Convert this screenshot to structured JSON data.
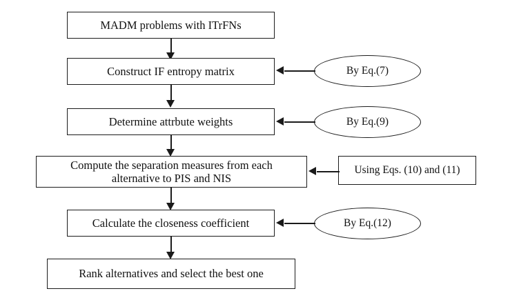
{
  "diagram": {
    "title_present": false,
    "background_color": "#ffffff",
    "line_color": "#1a1a1a",
    "text_color": "#111111",
    "nodes": [
      {
        "id": "start",
        "shape": "rectangle",
        "label": "MADM problems with ITrFNs"
      },
      {
        "id": "entropy",
        "shape": "rectangle",
        "label": "Construct IF entropy matrix"
      },
      {
        "id": "weights",
        "shape": "rectangle",
        "label": "Determine attrbute weights"
      },
      {
        "id": "separation",
        "shape": "rectangle",
        "label_line1": "Compute the separation measures from each",
        "label_line2": "alternative to PIS and NIS"
      },
      {
        "id": "closeness",
        "shape": "rectangle",
        "label": "Calculate the closeness coefficient"
      },
      {
        "id": "rank",
        "shape": "rectangle",
        "label": "Rank alternatives and select the best one"
      }
    ],
    "annotations": [
      {
        "id": "eq7",
        "shape": "ellipse",
        "label": "By Eq.(7)",
        "targets": "entropy"
      },
      {
        "id": "eq9",
        "shape": "ellipse",
        "label": "By Eq.(9)",
        "targets": "weights"
      },
      {
        "id": "eq10_11",
        "shape": "rectangle",
        "label": "Using Eqs. (10) and (11)",
        "targets": "separation"
      },
      {
        "id": "eq12",
        "shape": "ellipse",
        "label": "By Eq.(12)",
        "targets": "closeness"
      }
    ],
    "flow_sequence": [
      "MADM problems with ITrFNs",
      "Construct IF entropy matrix",
      "Determine attrbute weights",
      "Compute the separation measures from each alternative to PIS and NIS",
      "Calculate the closeness coefficient",
      "Rank alternatives and select the best one"
    ]
  }
}
